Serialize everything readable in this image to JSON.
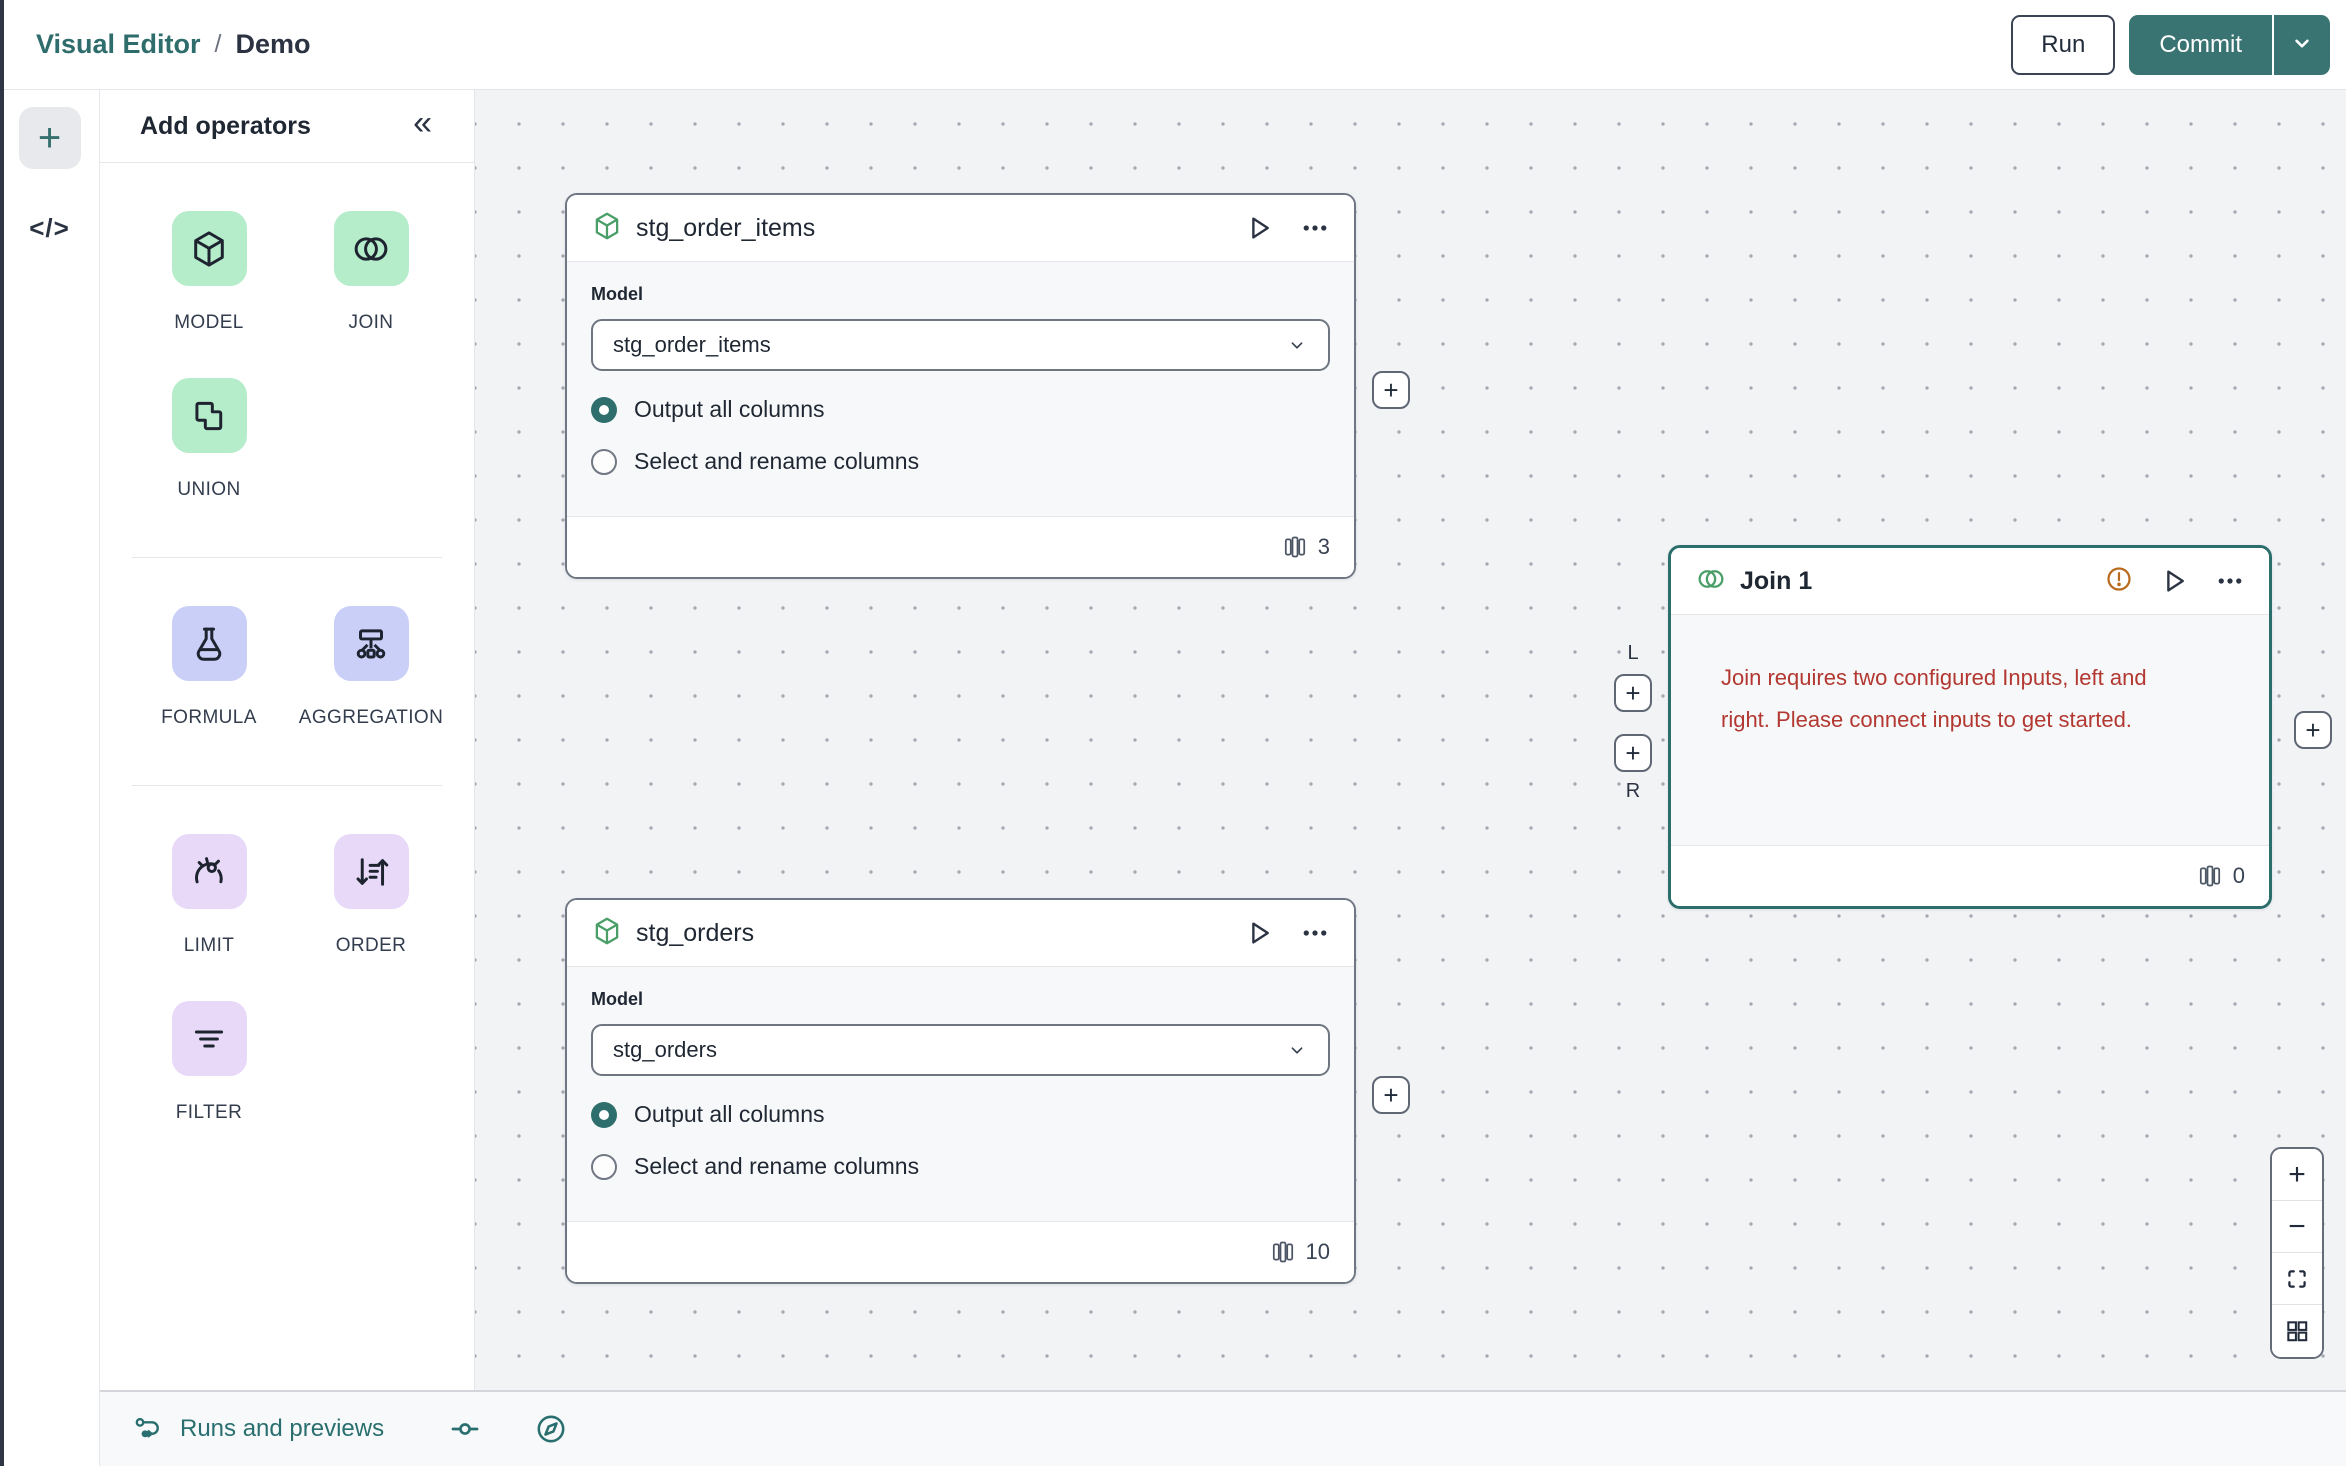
{
  "header": {
    "breadcrumb": {
      "root": "Visual Editor",
      "separator": "/",
      "current": "Demo"
    },
    "run_label": "Run",
    "commit_label": "Commit"
  },
  "rail": {
    "add_label": "+",
    "code_label": "</>"
  },
  "panel": {
    "title": "Add operators",
    "collapse_icon": "«"
  },
  "operators": [
    {
      "id": "model",
      "label": "MODEL",
      "color": "green"
    },
    {
      "id": "join",
      "label": "JOIN",
      "color": "green"
    },
    {
      "id": "union",
      "label": "UNION",
      "color": "green"
    },
    {
      "id": "formula",
      "label": "FORMULA",
      "color": "lavender"
    },
    {
      "id": "aggregation",
      "label": "AGGREGATION",
      "color": "lavender"
    },
    {
      "id": "limit",
      "label": "LIMIT",
      "color": "purple"
    },
    {
      "id": "order",
      "label": "ORDER",
      "color": "purple"
    },
    {
      "id": "filter",
      "label": "FILTER",
      "color": "purple"
    }
  ],
  "canvas": {
    "port_add_label": "+",
    "node_order_items": {
      "title": "stg_order_items",
      "model_label": "Model",
      "model_value": "stg_order_items",
      "output_all_label": "Output all columns",
      "select_rename_label": "Select and rename columns",
      "output_all_selected": true,
      "column_count": "3"
    },
    "node_orders": {
      "title": "stg_orders",
      "model_label": "Model",
      "model_value": "stg_orders",
      "output_all_label": "Output all columns",
      "select_rename_label": "Select and rename columns",
      "output_all_selected": true,
      "column_count": "10"
    },
    "node_join": {
      "title": "Join 1",
      "has_warning": true,
      "selected": true,
      "error_message": "Join requires two configured Inputs, left and right. Please connect inputs to get started.",
      "column_count": "0",
      "left_port_label": "L",
      "right_port_label": "R"
    }
  },
  "zoom_controls": {
    "zoom_in": "+",
    "zoom_out": "−"
  },
  "bottom_bar": {
    "runs_label": "Runs and previews"
  },
  "colors": {
    "accent_teal": "#3a7472",
    "breadcrumb_teal": "#2e6d6c",
    "node_border": "#707784",
    "selected_border": "#2c6e6c",
    "error_red": "#b23831",
    "warning_orange": "#b96a1e",
    "node_icon_green": "#4a9e68",
    "op_green_bg": "#b5ecca",
    "op_lavender_bg": "#c9cff7",
    "op_purple_bg": "#e7d9f7"
  }
}
